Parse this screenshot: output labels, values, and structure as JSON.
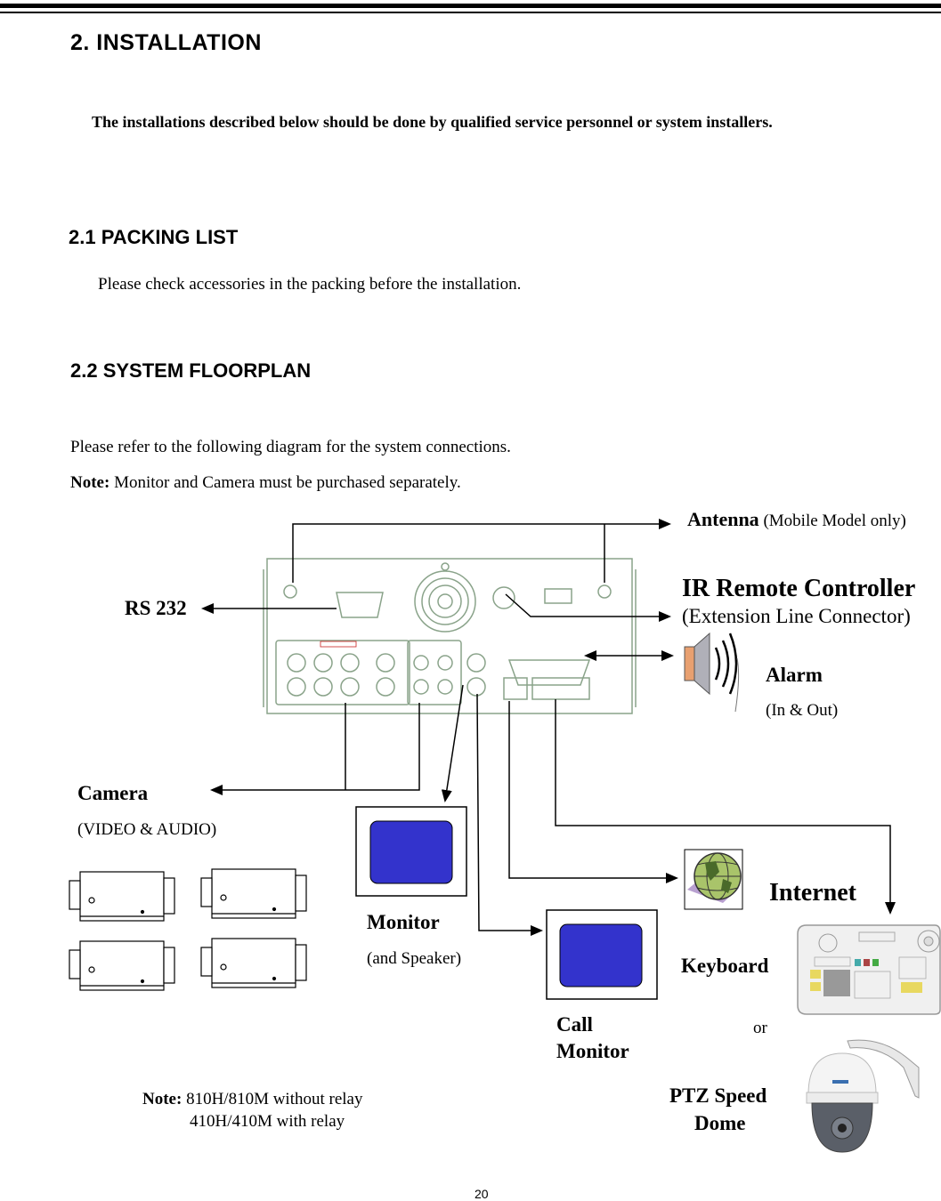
{
  "header": {
    "section_title": "2. INSTALLATION",
    "warning": "The installations described below should be done by qualified service personnel or system installers."
  },
  "packing": {
    "title": "2.1 PACKING LIST",
    "text": "Please check accessories in the packing before the installation."
  },
  "floorplan": {
    "title": "2.2 SYSTEM FLOORPLAN",
    "intro": "Please refer to the following diagram for the system connections.",
    "note_label": "Note:",
    "note_text": " Monitor and Camera must be purchased separately."
  },
  "diagram": {
    "antenna_label": "Antenna",
    "antenna_sub": " (Mobile Model only)",
    "ir_label": "IR Remote Controller",
    "ir_sub": "(Extension Line Connector)",
    "rs232_label": "RS 232",
    "alarm_label": "Alarm",
    "alarm_sub": "(In & Out)",
    "camera_label": "Camera",
    "camera_sub": "(VIDEO & AUDIO)",
    "monitor_label": "Monitor",
    "monitor_sub": "(and Speaker)",
    "internet_label": "Internet",
    "keyboard_label": "Keyboard",
    "or_text": "or",
    "call_monitor_line1": "Call",
    "call_monitor_line2": "Monitor",
    "ptz_line1": "PTZ Speed",
    "ptz_line2": "Dome",
    "model_note_label": "Note:",
    "model_note_line1": " 810H/810M without relay",
    "model_note_line2": "410H/410M with relay"
  },
  "footer": {
    "page_number": "20"
  },
  "colors": {
    "monitor_screen": "#3333cc",
    "line": "#000000",
    "device_outline": "#8aa38a",
    "connector_red": "#cc2222"
  }
}
